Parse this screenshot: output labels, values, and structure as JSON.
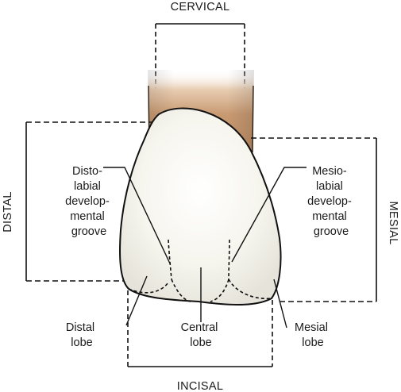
{
  "directions": {
    "cervical": "CERVICAL",
    "incisal": "INCISAL",
    "distal": "DISTAL",
    "mesial": "MESIAL"
  },
  "labels": {
    "disto_labial_groove": [
      "Disto-",
      "labial",
      "develop-",
      "mental",
      "groove"
    ],
    "mesio_labial_groove": [
      "Mesio-",
      "labial",
      "develop-",
      "mental",
      "groove"
    ],
    "distal_lobe": [
      "Distal",
      "lobe"
    ],
    "central_lobe": [
      "Central",
      "lobe"
    ],
    "mesial_lobe": [
      "Mesial",
      "lobe"
    ]
  },
  "colors": {
    "root": "#c89a72",
    "crown": "#f7f6f0",
    "outline": "#111111"
  }
}
